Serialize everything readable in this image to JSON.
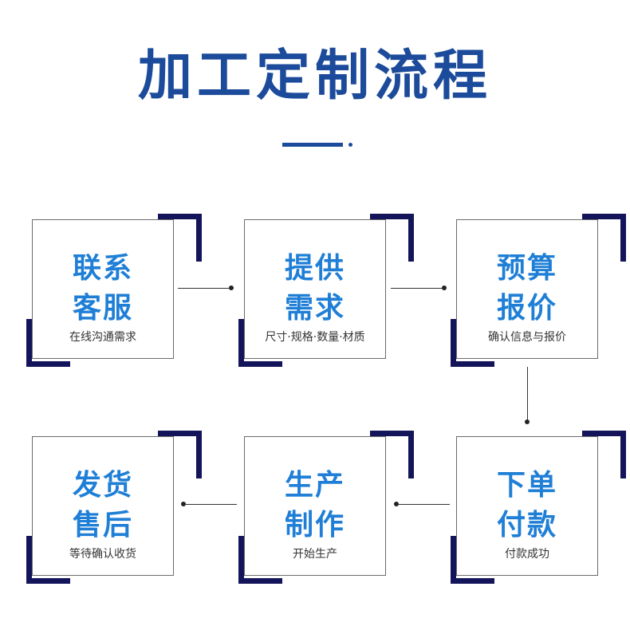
{
  "page": {
    "title": "加工定制流程"
  },
  "steps": [
    {
      "line1": "联系",
      "line2": "客服",
      "sub": "在线沟通需求"
    },
    {
      "line1": "提供",
      "line2": "需求",
      "sub": "尺寸·规格·数量·材质"
    },
    {
      "line1": "预算",
      "line2": "报价",
      "sub": "确认信息与报价"
    },
    {
      "line1": "下单",
      "line2": "付款",
      "sub": "付款成功"
    },
    {
      "line1": "生产",
      "line2": "制作",
      "sub": "开始生产"
    },
    {
      "line1": "发货",
      "line2": "售后",
      "sub": "等待确认收货"
    }
  ],
  "colors": {
    "title": "#1c4b9b",
    "step_title": "#1f7fd6",
    "corner": "#14145a"
  }
}
